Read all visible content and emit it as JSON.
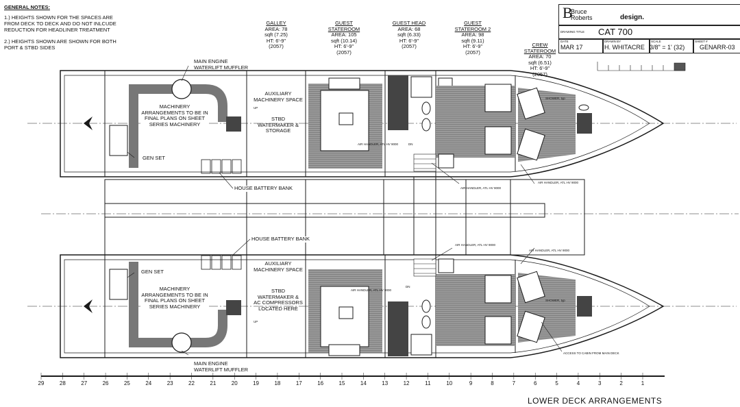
{
  "general_notes": {
    "heading": "GENERAL NOTES:",
    "items": [
      "1.) HEIGHTS SHOWN FOR THE SPACES ARE FROM DECK TO DECK AND DO NOT INLCUDE REDUCTION FOR HEADLINER TREATMENT",
      "2.) HEIGHTS SHOWN ARE SHOWN FOR BOTH PORT & STBD SIDES"
    ]
  },
  "rooms": [
    {
      "name": "GALLEY",
      "lines": [
        "AREA: 78",
        "sqft (7.25)",
        "HT: 6'-9\"",
        "(2057)"
      ]
    },
    {
      "name": "GUEST STATEROOM",
      "lines": [
        "AREA: 105",
        "sqft (10.14)",
        "HT: 6'-9\"",
        "(2057)"
      ]
    },
    {
      "name": "GUEST HEAD",
      "lines": [
        "AREA: 68",
        "sqft (6.33)",
        "HT: 6'-9\"",
        "(2057)"
      ]
    },
    {
      "name": "GUEST STATEROOM 2",
      "lines": [
        "AREA: 98",
        "sqft (9.11)",
        "HT: 6'-9\"",
        "(2057)"
      ]
    },
    {
      "name": "CREW STATEROOM",
      "lines": [
        "AREA: 70",
        "sqft (6.51)",
        "HT: 6'-9\"",
        "(2057)"
      ]
    }
  ],
  "title_block": {
    "logo_line1": "Bruce",
    "logo_line2": "Roberts",
    "logo_word": "design.",
    "drawing_title_label": "DRAWING TITLE",
    "drawing_title": "CAT 700",
    "date_label": "DATE",
    "date": "MAR 17",
    "drawn_by_label": "DRAWN BY",
    "drawn_by": "H. WHITACRE",
    "scale_label": "SCALE",
    "scale": "3/8\" = 1' (32)",
    "sheet_label": "SHEET #",
    "sheet": "GENARR-03"
  },
  "labels": {
    "muffler_top": "MAIN ENGINE WATERLIFT MUFFLER",
    "machinery_top": "MACHINERY ARRANGEMENTS TO BE IN FINAL PLANS ON SHEET SERIES MACHINERY",
    "gen_set_top": "GEN SET",
    "aux_top": "AUXILIARY MACHINERY SPACE",
    "stbd_top": "STBD WATERMAKER & STORAGE",
    "house_battery_top": "HOUSE BATTERY BANK",
    "house_battery_bottom": "HOUSE BATTERY BANK",
    "gen_set_bottom": "GEN SET",
    "machinery_bottom": "MACHINERY ARRANGEMENTS TO BE IN FINAL PLANS ON SHEET SERIES MACHINERY",
    "aux_bottom": "AUXILIARY MACHINERY SPACE",
    "stbd_bottom": "STBD WATERMAKER & AC COMPRESSORS LOCATED HERE",
    "muffler_bottom": "MAIN ENGINE WATERLIFT MUFFLER",
    "air_handler_1": "AIR HANDLER, ATL HV 9000",
    "air_handler_2": "AIR HANDLER, ATL HV 9000",
    "air_handler_3": "AIR HANDLER, ATL HV 9000",
    "air_handler_4": "AIR HANDLER, ATL HV 9000",
    "air_handler_5": "AIR HANDLER, ATL HV 9000",
    "air_handler_6": "AIR HANDLER, ATL HV 9000",
    "shower_top": "SHOWER, typ",
    "shower_bottom": "SHOWER, typ",
    "access": "ACCESS TO CABIN FROM MAIN DECK",
    "up": "UP",
    "dn": "DN"
  },
  "stations": [
    "29",
    "28",
    "27",
    "26",
    "25",
    "24",
    "23",
    "22",
    "21",
    "20",
    "19",
    "18",
    "17",
    "16",
    "15",
    "14",
    "13",
    "12",
    "11",
    "10",
    "9",
    "8",
    "7",
    "6",
    "5",
    "4",
    "3",
    "2",
    "1"
  ],
  "footer_title": "LOWER DECK  ARRANGEMENTS",
  "colors": {
    "ink": "#1a1a1a",
    "hatch": "#8c8c8c",
    "paper": "#ffffff"
  }
}
